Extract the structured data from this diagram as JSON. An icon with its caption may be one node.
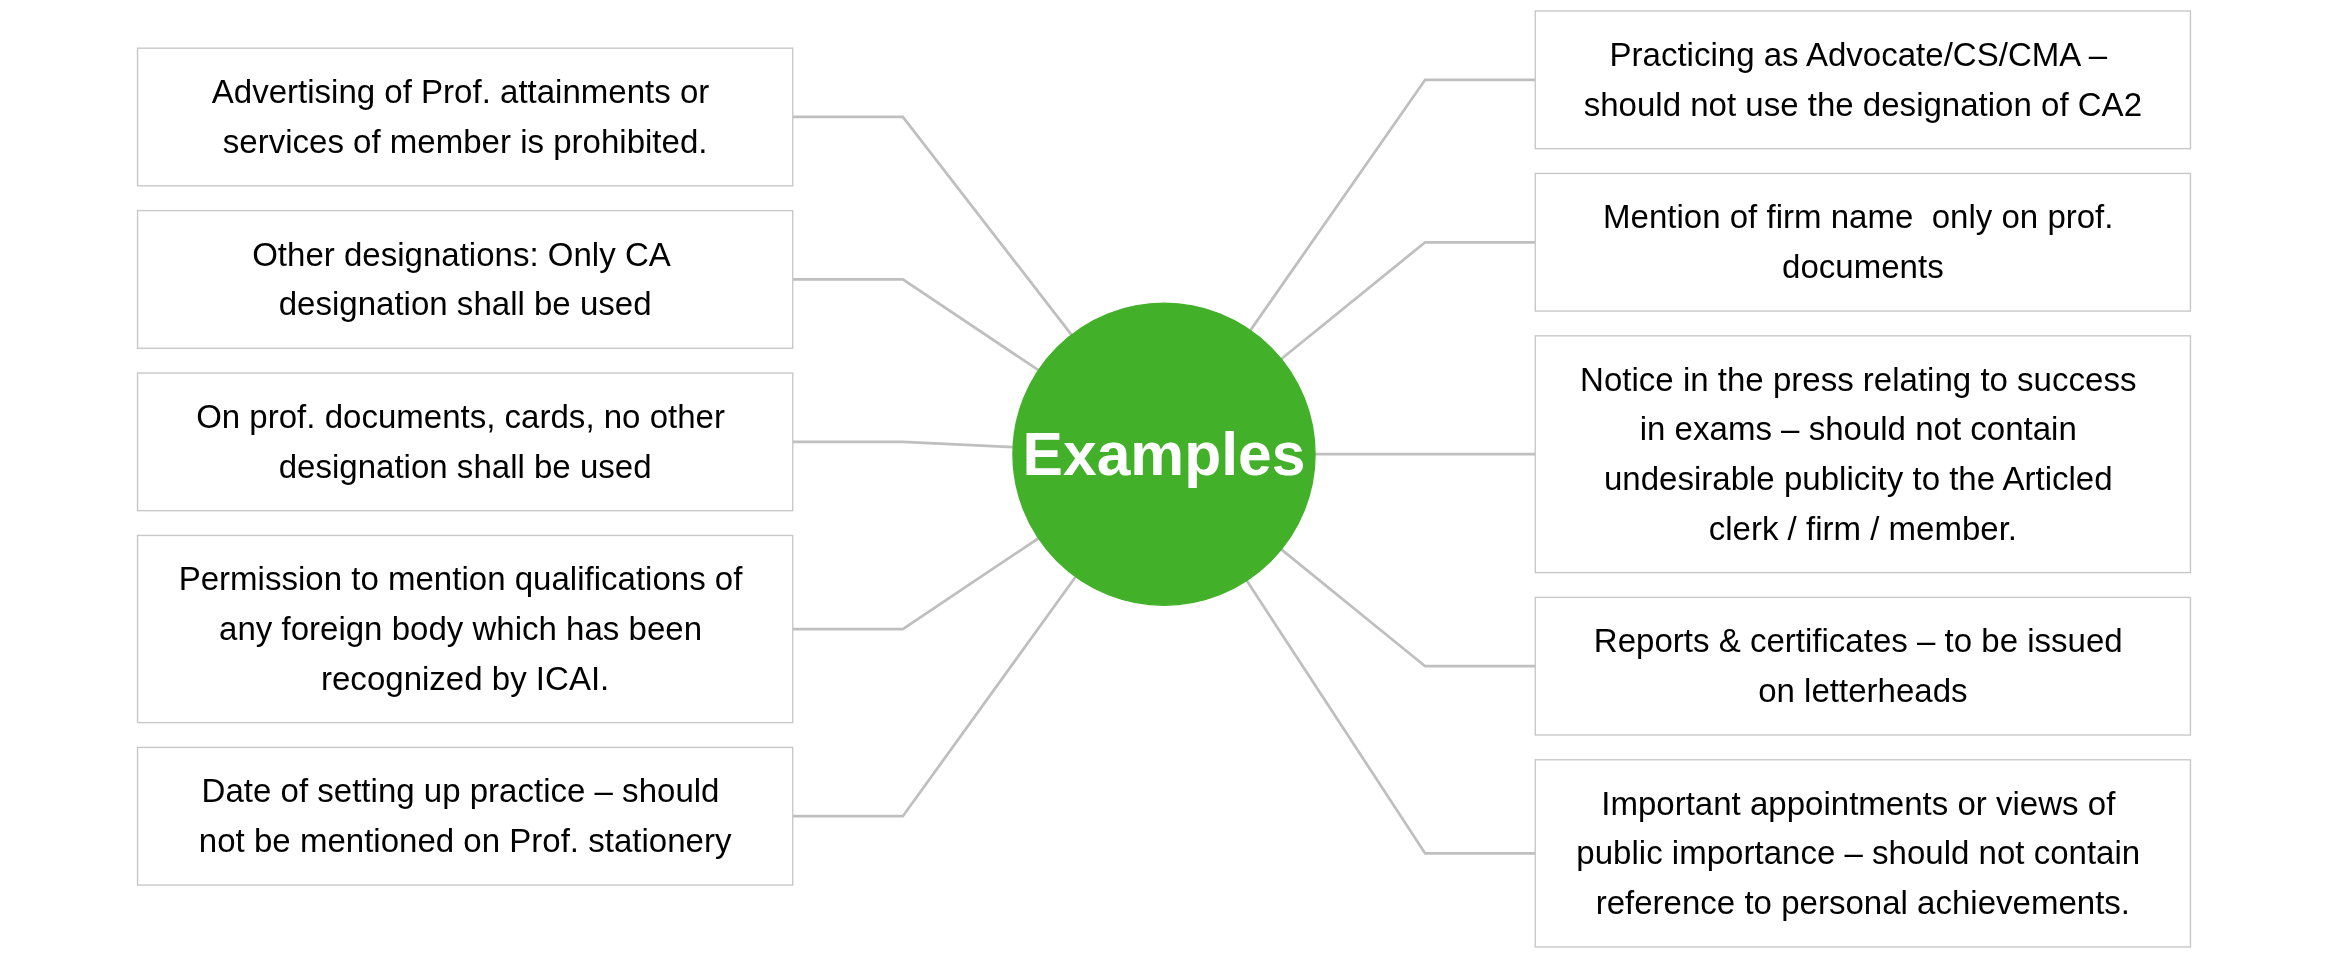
{
  "diagram": {
    "nodes": [
      {
        "text": [
          "Examples"
        ]
      },
      {
        "text": [
          "Advertising of Prof. attainments or services of member is prohibited."
        ]
      },
      {
        "text": [
          "Other designations: Only CA designation shall be used"
        ]
      },
      {
        "text": [
          "On prof. documents, cards, no other designation shall be used"
        ]
      },
      {
        "text": [
          "Permission to mention qualifications of any foreign body which has been recognized by ICAI."
        ]
      },
      {
        "text": [
          "Date of setting up practice – should not be mentioned on Prof. stationery"
        ]
      },
      {
        "text": [
          "Practicing as Advocate/CS/CMA – should not use the designation of CA2"
        ]
      },
      {
        "text": [
          "Mention of firm name  only on prof. documents"
        ]
      },
      {
        "text": [
          "Notice in the press relating to success in exams – should not contain undesirable publicity to the Articled clerk / firm / member."
        ]
      },
      {
        "text": [
          "Reports & certificates – to be issued on letterheads"
        ]
      },
      {
        "text": [
          "Important appointments or views of public importance – should not contain reference to personal achievements."
        ]
      }
    ],
    "edges": [
      {
        "from": 0,
        "to": 1,
        "arrow": "none"
      },
      {
        "from": 0,
        "to": 2,
        "arrow": "none"
      },
      {
        "from": 0,
        "to": 3,
        "arrow": "none"
      },
      {
        "from": 0,
        "to": 4,
        "arrow": "none"
      },
      {
        "from": 0,
        "to": 5,
        "arrow": "none"
      },
      {
        "from": 0,
        "to": 6,
        "arrow": "none"
      },
      {
        "from": 0,
        "to": 7,
        "arrow": "none"
      },
      {
        "from": 0,
        "to": 8,
        "arrow": "none"
      },
      {
        "from": 0,
        "to": 9,
        "arrow": "none"
      },
      {
        "from": 0,
        "to": 10,
        "arrow": "none"
      }
    ]
  }
}
